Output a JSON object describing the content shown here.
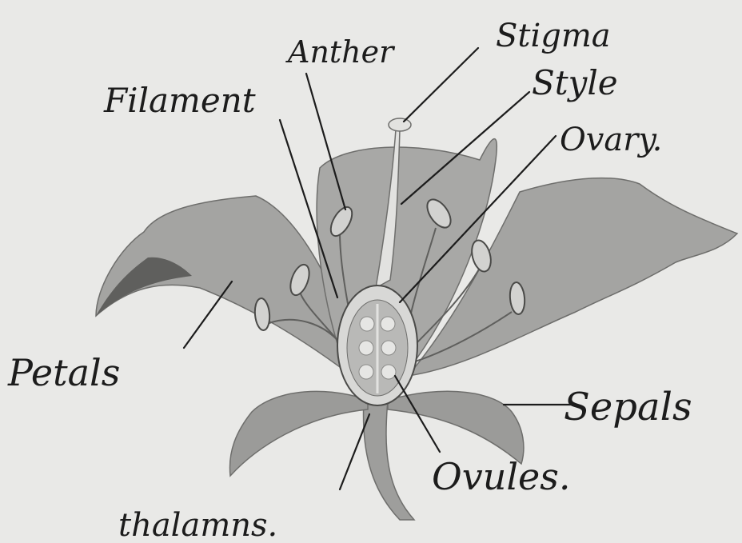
{
  "labels": {
    "anther": "Anther",
    "stigma": "Stigma",
    "filament": "Filament",
    "style": "Style",
    "ovary": "Ovary.",
    "petals": "Petals",
    "sepals": "Sepals",
    "ovules": "Ovules.",
    "thalamus": "thalamns."
  },
  "colors": {
    "paper": "#e9e9e7",
    "petal": "#a3a3a1",
    "petal_dark": "#6e6e6c",
    "ink": "#1c1c1c",
    "pistil": "#e2e2e0"
  }
}
